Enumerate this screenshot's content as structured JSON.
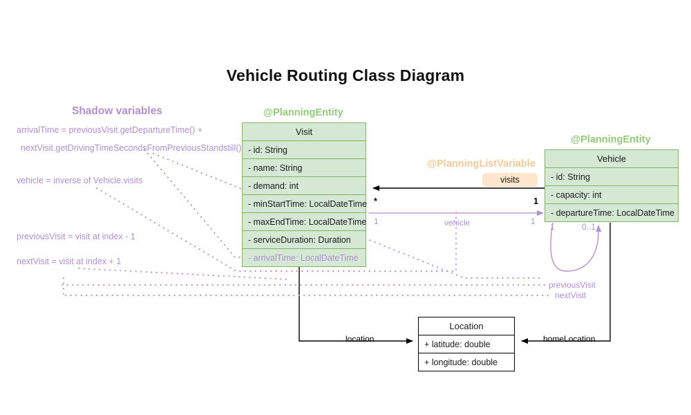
{
  "diagram": {
    "title": "Vehicle Routing Class Diagram"
  },
  "shadow_panel": {
    "heading": "Shadow variables",
    "lines": [
      "arrivalTime = previousVisit.getDepartureTime() +",
      "nextVisit.getDrivingTimeSecondsFromPreviousStandstill()",
      "vehicle = inverse of Vehicle.visits",
      "previousVisit = visit at index - 1",
      "nextVisit = visit at index + 1"
    ]
  },
  "classes": {
    "visit": {
      "stereotype": "@PlanningEntity",
      "name": "Visit",
      "attributes": [
        "- id: String",
        "- name: String",
        "- demand: int",
        "- minStartTime: LocalDateTime",
        "- maxEndTime: LocalDateTime",
        "- serviceDuration: Duration"
      ],
      "shadow_attributes": [
        "- arrivalTime: LocalDateTime"
      ]
    },
    "vehicle": {
      "stereotype": "@PlanningEntity",
      "name": "Vehicle",
      "attributes": [
        "- id: String",
        "- capacity: int",
        "- departureTime: LocalDateTime"
      ]
    },
    "location": {
      "name": "Location",
      "attributes": [
        "+ latitude: double",
        "+ longitude: double"
      ]
    }
  },
  "relations": {
    "visits": {
      "stereotype": "@PlanningListVariable",
      "badge": "visits",
      "source_multiplicity": "*",
      "target_multiplicity": "1"
    },
    "vehicle_ref": {
      "label": "vehicle",
      "source_multiplicity": "1",
      "target_multiplicity": "1"
    },
    "self_loop": {
      "left_multiplicity": "1",
      "right_multiplicity": "0..1",
      "labels": [
        "previousVisit",
        "nextVisit"
      ]
    },
    "location_ref": {
      "label": "location"
    },
    "home_location_ref": {
      "label": "homeLocation"
    }
  },
  "colors": {
    "entity_fill": "#d5e8d4",
    "entity_stroke": "#82b366",
    "stereotype_green": "#92ca7a",
    "stereotype_orange": "#f5c999",
    "badge_fill": "#ffe6cc",
    "shadow_purple": "#b18fcf",
    "plain_stroke": "#000000"
  }
}
